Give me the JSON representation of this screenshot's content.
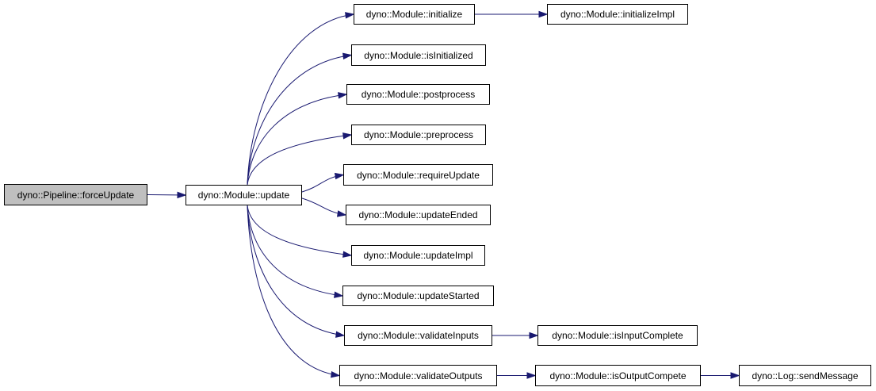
{
  "colors": {
    "edge": "#191970",
    "root_fill": "#bfbfbf",
    "node_fill": "#ffffff",
    "border": "#000000"
  },
  "nodes": {
    "force_update": "dyno::Pipeline::forceUpdate",
    "update": "dyno::Module::update",
    "initialize": "dyno::Module::initialize",
    "initialize_impl": "dyno::Module::initializeImpl",
    "is_initialized": "dyno::Module::isInitialized",
    "postprocess": "dyno::Module::postprocess",
    "preprocess": "dyno::Module::preprocess",
    "require_update": "dyno::Module::requireUpdate",
    "update_ended": "dyno::Module::updateEnded",
    "update_impl": "dyno::Module::updateImpl",
    "update_started": "dyno::Module::updateStarted",
    "validate_inputs": "dyno::Module::validateInputs",
    "is_input_complete": "dyno::Module::isInputComplete",
    "validate_outputs": "dyno::Module::validateOutputs",
    "is_output_compete": "dyno::Module::isOutputCompete",
    "send_message": "dyno::Log::sendMessage"
  },
  "edges": [
    [
      "force_update",
      "update"
    ],
    [
      "update",
      "initialize"
    ],
    [
      "update",
      "is_initialized"
    ],
    [
      "update",
      "postprocess"
    ],
    [
      "update",
      "preprocess"
    ],
    [
      "update",
      "require_update"
    ],
    [
      "update",
      "update_ended"
    ],
    [
      "update",
      "update_impl"
    ],
    [
      "update",
      "update_started"
    ],
    [
      "update",
      "validate_inputs"
    ],
    [
      "update",
      "validate_outputs"
    ],
    [
      "initialize",
      "initialize_impl"
    ],
    [
      "validate_inputs",
      "is_input_complete"
    ],
    [
      "validate_outputs",
      "is_output_compete"
    ],
    [
      "is_output_compete",
      "send_message"
    ]
  ]
}
